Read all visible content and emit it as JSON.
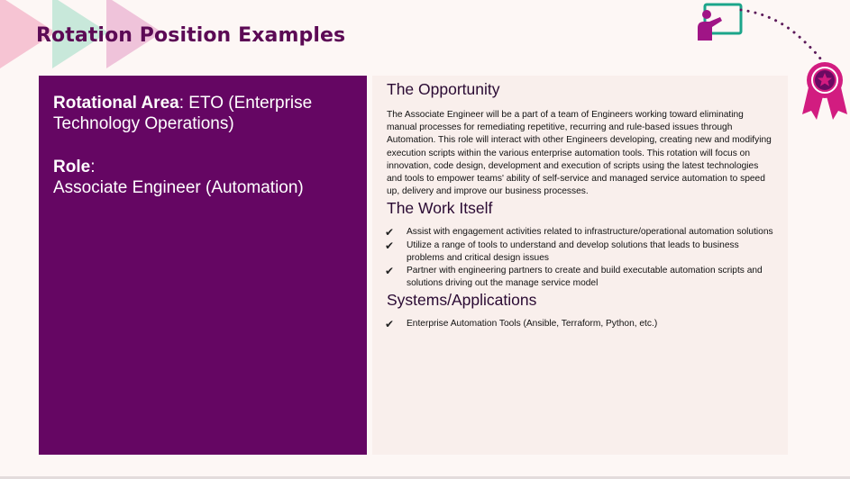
{
  "slide": {
    "title": "Rotation Position Examples"
  },
  "left_panel": {
    "area_label": "Rotational Area",
    "area_value": ": ETO (Enterprise Technology Operations)",
    "role_label": "Role",
    "role_colon": ":",
    "role_value": "Associate Engineer (Automation)"
  },
  "opportunity": {
    "heading": "The Opportunity",
    "body": "The Associate Engineer will be a part of a team of Engineers working toward eliminating manual processes for remediating repetitive, recurring and rule-based issues through Automation. This role will interact with other Engineers developing, creating new and modifying execution scripts within the various enterprise automation tools. This rotation will focus on innovation, code design, development and execution of scripts using the latest technologies and tools to empower teams' ability of self-service and managed service automation to speed up, delivery and improve our business processes."
  },
  "work_itself": {
    "heading": "The Work Itself",
    "items": [
      "Assist with engagement activities related to infrastructure/operational automation solutions",
      "Utilize a range of tools to understand and develop solutions that leads to business problems and critical design issues",
      "Partner with engineering partners to create and build executable automation scripts and solutions driving out the manage service model"
    ]
  },
  "systems": {
    "heading": "Systems/Applications",
    "items": [
      "Enterprise Automation Tools (Ansible, Terraform, Python, etc.)"
    ]
  },
  "icons": {
    "check": "✔",
    "decor_left": "triangle-arrows-icon",
    "presenter": "presenter-board-icon",
    "award": "award-ribbon-icon"
  },
  "colors": {
    "brand_purple": "#650663",
    "title_purple": "#5c0a55",
    "magenta": "#c0137a",
    "teal": "#1ba58a",
    "dotted": "#5c1a5a"
  }
}
